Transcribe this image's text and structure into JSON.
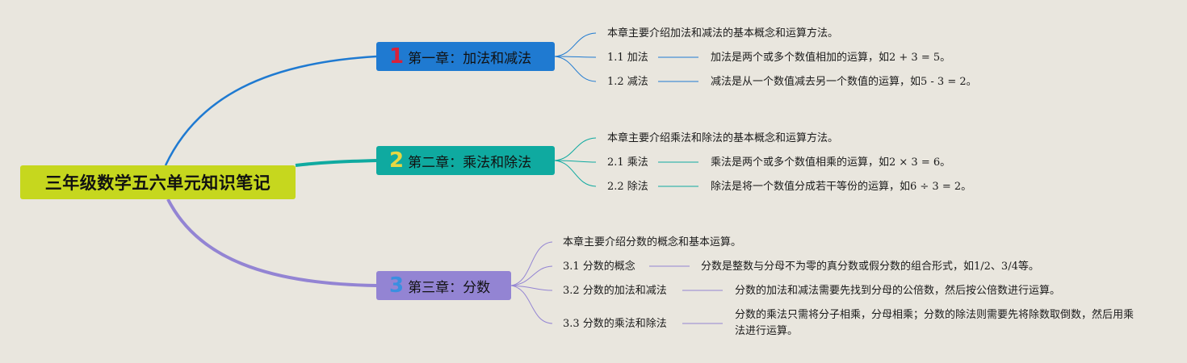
{
  "colors": {
    "background": "#e9e6de",
    "root": "#c6d71e",
    "chapter1": "#1f7ad1",
    "chapter2": "#0faaa0",
    "chapter3": "#9384d3",
    "num1": "#d8213a",
    "num2": "#e7d742",
    "num3": "#3a8fe0"
  },
  "root": {
    "title": "三年级数学五六单元知识笔记"
  },
  "chapters": [
    {
      "number": "1",
      "title": "第一章：加法和减法",
      "intro": "本章主要介绍加法和减法的基本概念和运算方法。",
      "sections": [
        {
          "label": "1.1 加法",
          "detail": "加法是两个或多个数值相加的运算，如2 + 3 = 5。"
        },
        {
          "label": "1.2 减法",
          "detail": "减法是从一个数值减去另一个数值的运算，如5 - 3 = 2。"
        }
      ]
    },
    {
      "number": "2",
      "title": "第二章：乘法和除法",
      "intro": "本章主要介绍乘法和除法的基本概念和运算方法。",
      "sections": [
        {
          "label": "2.1 乘法",
          "detail": "乘法是两个或多个数值相乘的运算，如2 × 3 = 6。"
        },
        {
          "label": "2.2 除法",
          "detail": "除法是将一个数值分成若干等份的运算，如6 ÷ 3 = 2。"
        }
      ]
    },
    {
      "number": "3",
      "title": "第三章：分数",
      "intro": "本章主要介绍分数的概念和基本运算。",
      "sections": [
        {
          "label": "3.1 分数的概念",
          "detail": "分数是整数与分母不为零的真分数或假分数的组合形式，如1/2、3/4等。"
        },
        {
          "label": "3.2 分数的加法和减法",
          "detail": "分数的加法和减法需要先找到分母的公倍数，然后按公倍数进行运算。"
        },
        {
          "label": "3.3 分数的乘法和除法",
          "detail": "分数的乘法只需将分子相乘，分母相乘；分数的除法则需要先将除数取倒数，然后用乘法进行运算。"
        }
      ]
    }
  ]
}
